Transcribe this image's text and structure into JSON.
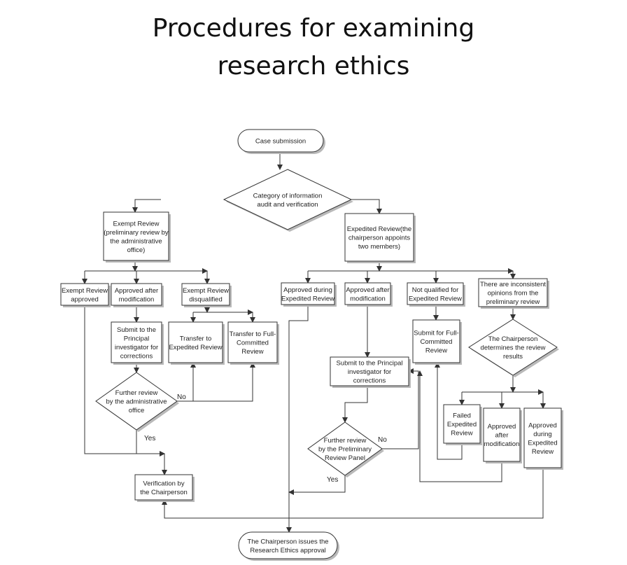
{
  "title": {
    "line1": "Procedures for examining",
    "line2": "research ethics"
  },
  "nodes": {
    "case_submission": [
      "Case submission"
    ],
    "category": [
      "Category of information",
      "audit and verification"
    ],
    "exempt_review": [
      "Exempt Review",
      "(preliminary review by",
      "the administrative",
      "office)"
    ],
    "expedited_review": [
      "Expedited Review(the",
      "chairperson appoints",
      "two members)"
    ],
    "exempt_approved": [
      "Exempt Review",
      "approved"
    ],
    "approved_after_mod_left": [
      "Approved after",
      "modification"
    ],
    "exempt_disqualified": [
      "Exempt Review",
      "disqualified"
    ],
    "submit_pi_left": [
      "Submit to the",
      "Principal",
      "investigator for",
      "corrections"
    ],
    "transfer_expedited": [
      "Transfer to",
      "Expedited Review"
    ],
    "transfer_full": [
      "Transfer to Full-",
      "Committed",
      "Review"
    ],
    "further_review_admin": [
      "Further review",
      "by the administrative",
      "office"
    ],
    "verification": [
      "Verification by",
      "the Chairperson"
    ],
    "approved_during_expedited": [
      "Approved during",
      "Expedited Review"
    ],
    "approved_after_mod_mid": [
      "Approved after",
      "modification"
    ],
    "not_qualified": [
      "Not qualified for",
      "Expedited Review"
    ],
    "inconsistent": [
      "There are inconsistent",
      "opinions from the",
      "preliminary review"
    ],
    "submit_full": [
      "Submit for Full-",
      "Committed",
      "Review"
    ],
    "chair_determines": [
      "The Chairperson",
      "determines the review",
      "results"
    ],
    "submit_pi_mid": [
      "Submit to the Principal",
      "investigator for",
      "corrections"
    ],
    "further_review_panel": [
      "Further review",
      "by the Preliminary",
      "Review Panel"
    ],
    "failed_expedited": [
      "Failed",
      "Expedited",
      "Review"
    ],
    "approved_after_mod_right": [
      "Approved",
      "after",
      "modification"
    ],
    "approved_during_expedited_right": [
      "Approved",
      "during",
      "Expedited",
      "Review"
    ],
    "chair_issues": [
      "The Chairperson issues the",
      "Research Ethics approval"
    ]
  },
  "edge_labels": {
    "no_left": "No",
    "yes_left": "Yes",
    "no_mid": "No",
    "yes_mid": "Yes"
  }
}
